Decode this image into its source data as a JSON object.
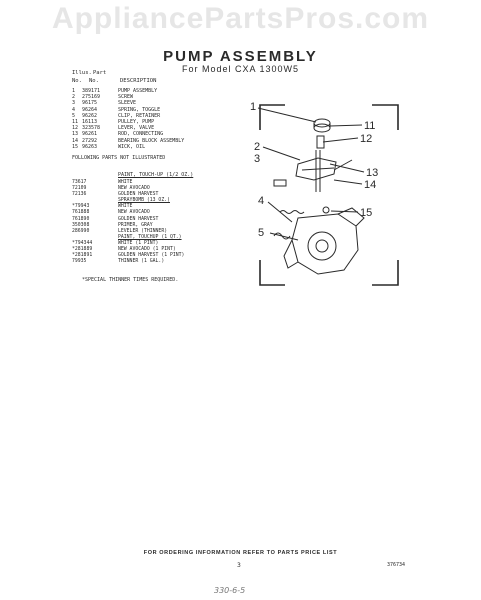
{
  "watermark": "AppliancePartsPros.com",
  "title": "PUMP ASSEMBLY",
  "subtitle": "For Model CXA 1300W5",
  "table_header": {
    "col_no_top": "Illus.",
    "col_no_bottom": "No.",
    "col_part_top": "Part",
    "col_part_bottom": "No.",
    "col_desc": "DESCRIPTION"
  },
  "parts": [
    {
      "no": "1",
      "part": "389171",
      "desc": "PUMP ASSEMBLY"
    },
    {
      "no": "2",
      "part": "275169",
      "desc": "SCREW"
    },
    {
      "no": "3",
      "part": "96175",
      "desc": "SLEEVE"
    },
    {
      "no": "4",
      "part": "96264",
      "desc": "SPRING, TOGGLE"
    },
    {
      "no": "5",
      "part": "96262",
      "desc": "CLIP, RETAINER"
    },
    {
      "no": "11",
      "part": "16113",
      "desc": "PULLEY, PUMP"
    },
    {
      "no": "12",
      "part": "323578",
      "desc": "LEVER, VALVE"
    },
    {
      "no": "13",
      "part": "96261",
      "desc": "ROD, CONNECTING"
    },
    {
      "no": "14",
      "part": "27292",
      "desc": "BEARING BLOCK ASSEMBLY"
    },
    {
      "no": "15",
      "part": "96263",
      "desc": "WICK, OIL"
    }
  ],
  "not_illustrated": "FOLLOWING PARTS NOT ILLUSTRATED",
  "paint_heading": "PAINT, TOUCH-UP (1/2 OZ.)",
  "paint_rows": [
    {
      "part": "73617",
      "desc": "WHITE"
    },
    {
      "part": "72109",
      "desc": "NEW AVOCADO"
    },
    {
      "part": "72136",
      "desc": "GOLDEN HARVEST"
    },
    {
      "part": "",
      "desc": "SPRAYBOMB (13 OZ.)",
      "underline": true
    },
    {
      "part": "*79943",
      "desc": "WHITE"
    },
    {
      "part": "761888",
      "desc": "NEW AVOCADO"
    },
    {
      "part": "761890",
      "desc": "GOLDEN HARVEST"
    },
    {
      "part": "350308",
      "desc": "PRIMER, GRAY"
    },
    {
      "part": "286990",
      "desc": "LEVELER (THINNER)"
    },
    {
      "part": "",
      "desc": "PAINT, TOUCHUP (1 QT.)",
      "underline": true
    },
    {
      "part": "*794344",
      "desc": "WHITE (1 PINT)"
    },
    {
      "part": "*281889",
      "desc": "NEW AVOCADO (1 PINT)"
    },
    {
      "part": "*281891",
      "desc": "GOLDEN HARVEST (1 PINT)"
    },
    {
      "part": "79935",
      "desc": "THINNER (1 GAL.)"
    }
  ],
  "special_note": "*SPECIAL THINNER TIMES REQUIRED.",
  "callouts": [
    "1",
    "2",
    "3",
    "4",
    "5",
    "11",
    "12",
    "13",
    "14",
    "15"
  ],
  "footer": "FOR ORDERING INFORMATION REFER TO PARTS PRICE LIST",
  "page_number": "3",
  "doc_code": "376734",
  "handwriting": "330-6-5"
}
